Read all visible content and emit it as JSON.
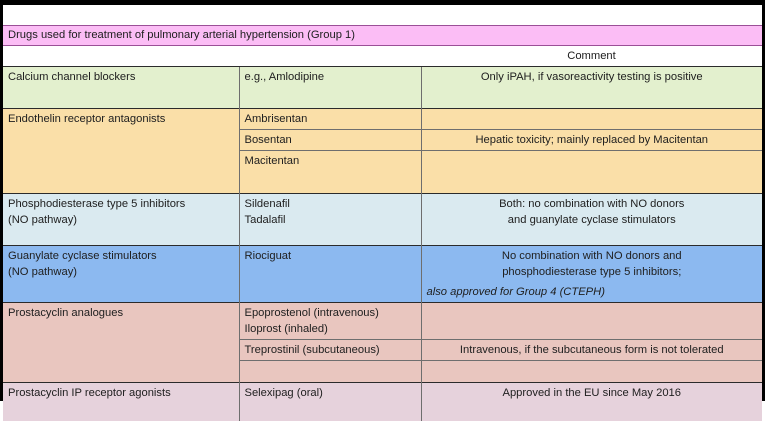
{
  "banner": {
    "title": "Drugs used for treatment of pulmonary arterial hypertension (Group 1)"
  },
  "header": {
    "comment_label": "Comment"
  },
  "rows": [
    {
      "id": "calcium-channel-blockers",
      "drug_class": "Calcium channel blockers",
      "color": "#E3F0CE",
      "sub": [
        {
          "agent": "e.g., Amlodipine",
          "comment": "Only iPAH, if vasoreactivity testing is positive"
        }
      ]
    },
    {
      "id": "endothelin-receptor-antagonists",
      "drug_class": "Endothelin receptor antagonists",
      "color": "#FADFA8",
      "sub": [
        {
          "agent": "Ambrisentan",
          "comment": ""
        },
        {
          "agent": "Bosentan",
          "comment": "Hepatic toxicity; mainly replaced by Macitentan"
        },
        {
          "agent": "Macitentan",
          "comment": ""
        }
      ]
    },
    {
      "id": "phosphodiesterase-type-5-inhibitors",
      "drug_class": "Phosphodiesterase type 5 inhibitors\n(NO pathway)",
      "color": "#DAEAF0",
      "sub": [
        {
          "agent": "Sildenafil\nTadalafil",
          "comment": "Both: no combination with NO donors\nand guanylate cyclase stimulators"
        }
      ]
    },
    {
      "id": "guanylate-cyclase-stimulators",
      "drug_class": "Guanylate cyclase stimulators\n(NO pathway)",
      "color": "#8CB9F0",
      "sub": [
        {
          "agent": "Riociguat",
          "comment": "No combination with NO donors and\nphosphodiesterase type 5 inhibitors;",
          "comment_italic": "also approved for Group 4 (CTEPH)"
        }
      ]
    },
    {
      "id": "prostacyclin-analogues",
      "drug_class": "Prostacyclin analogues",
      "color": "#E9C6BF",
      "sub": [
        {
          "agent": "Epoprostenol (intravenous)\nIloprost (inhaled)",
          "comment": ""
        },
        {
          "agent": "Treprostinil (subcutaneous)",
          "comment": "Intravenous, if the subcutaneous form is not tolerated"
        },
        {
          "agent": "",
          "comment": ""
        }
      ]
    },
    {
      "id": "prostacyclin-ip-receptor-agonists",
      "drug_class": "Prostacyclin IP receptor agonists",
      "color": "#E6D2DC",
      "sub": [
        {
          "agent": "Selexipag (oral)",
          "comment": "Approved in the EU since May 2016"
        }
      ]
    }
  ]
}
